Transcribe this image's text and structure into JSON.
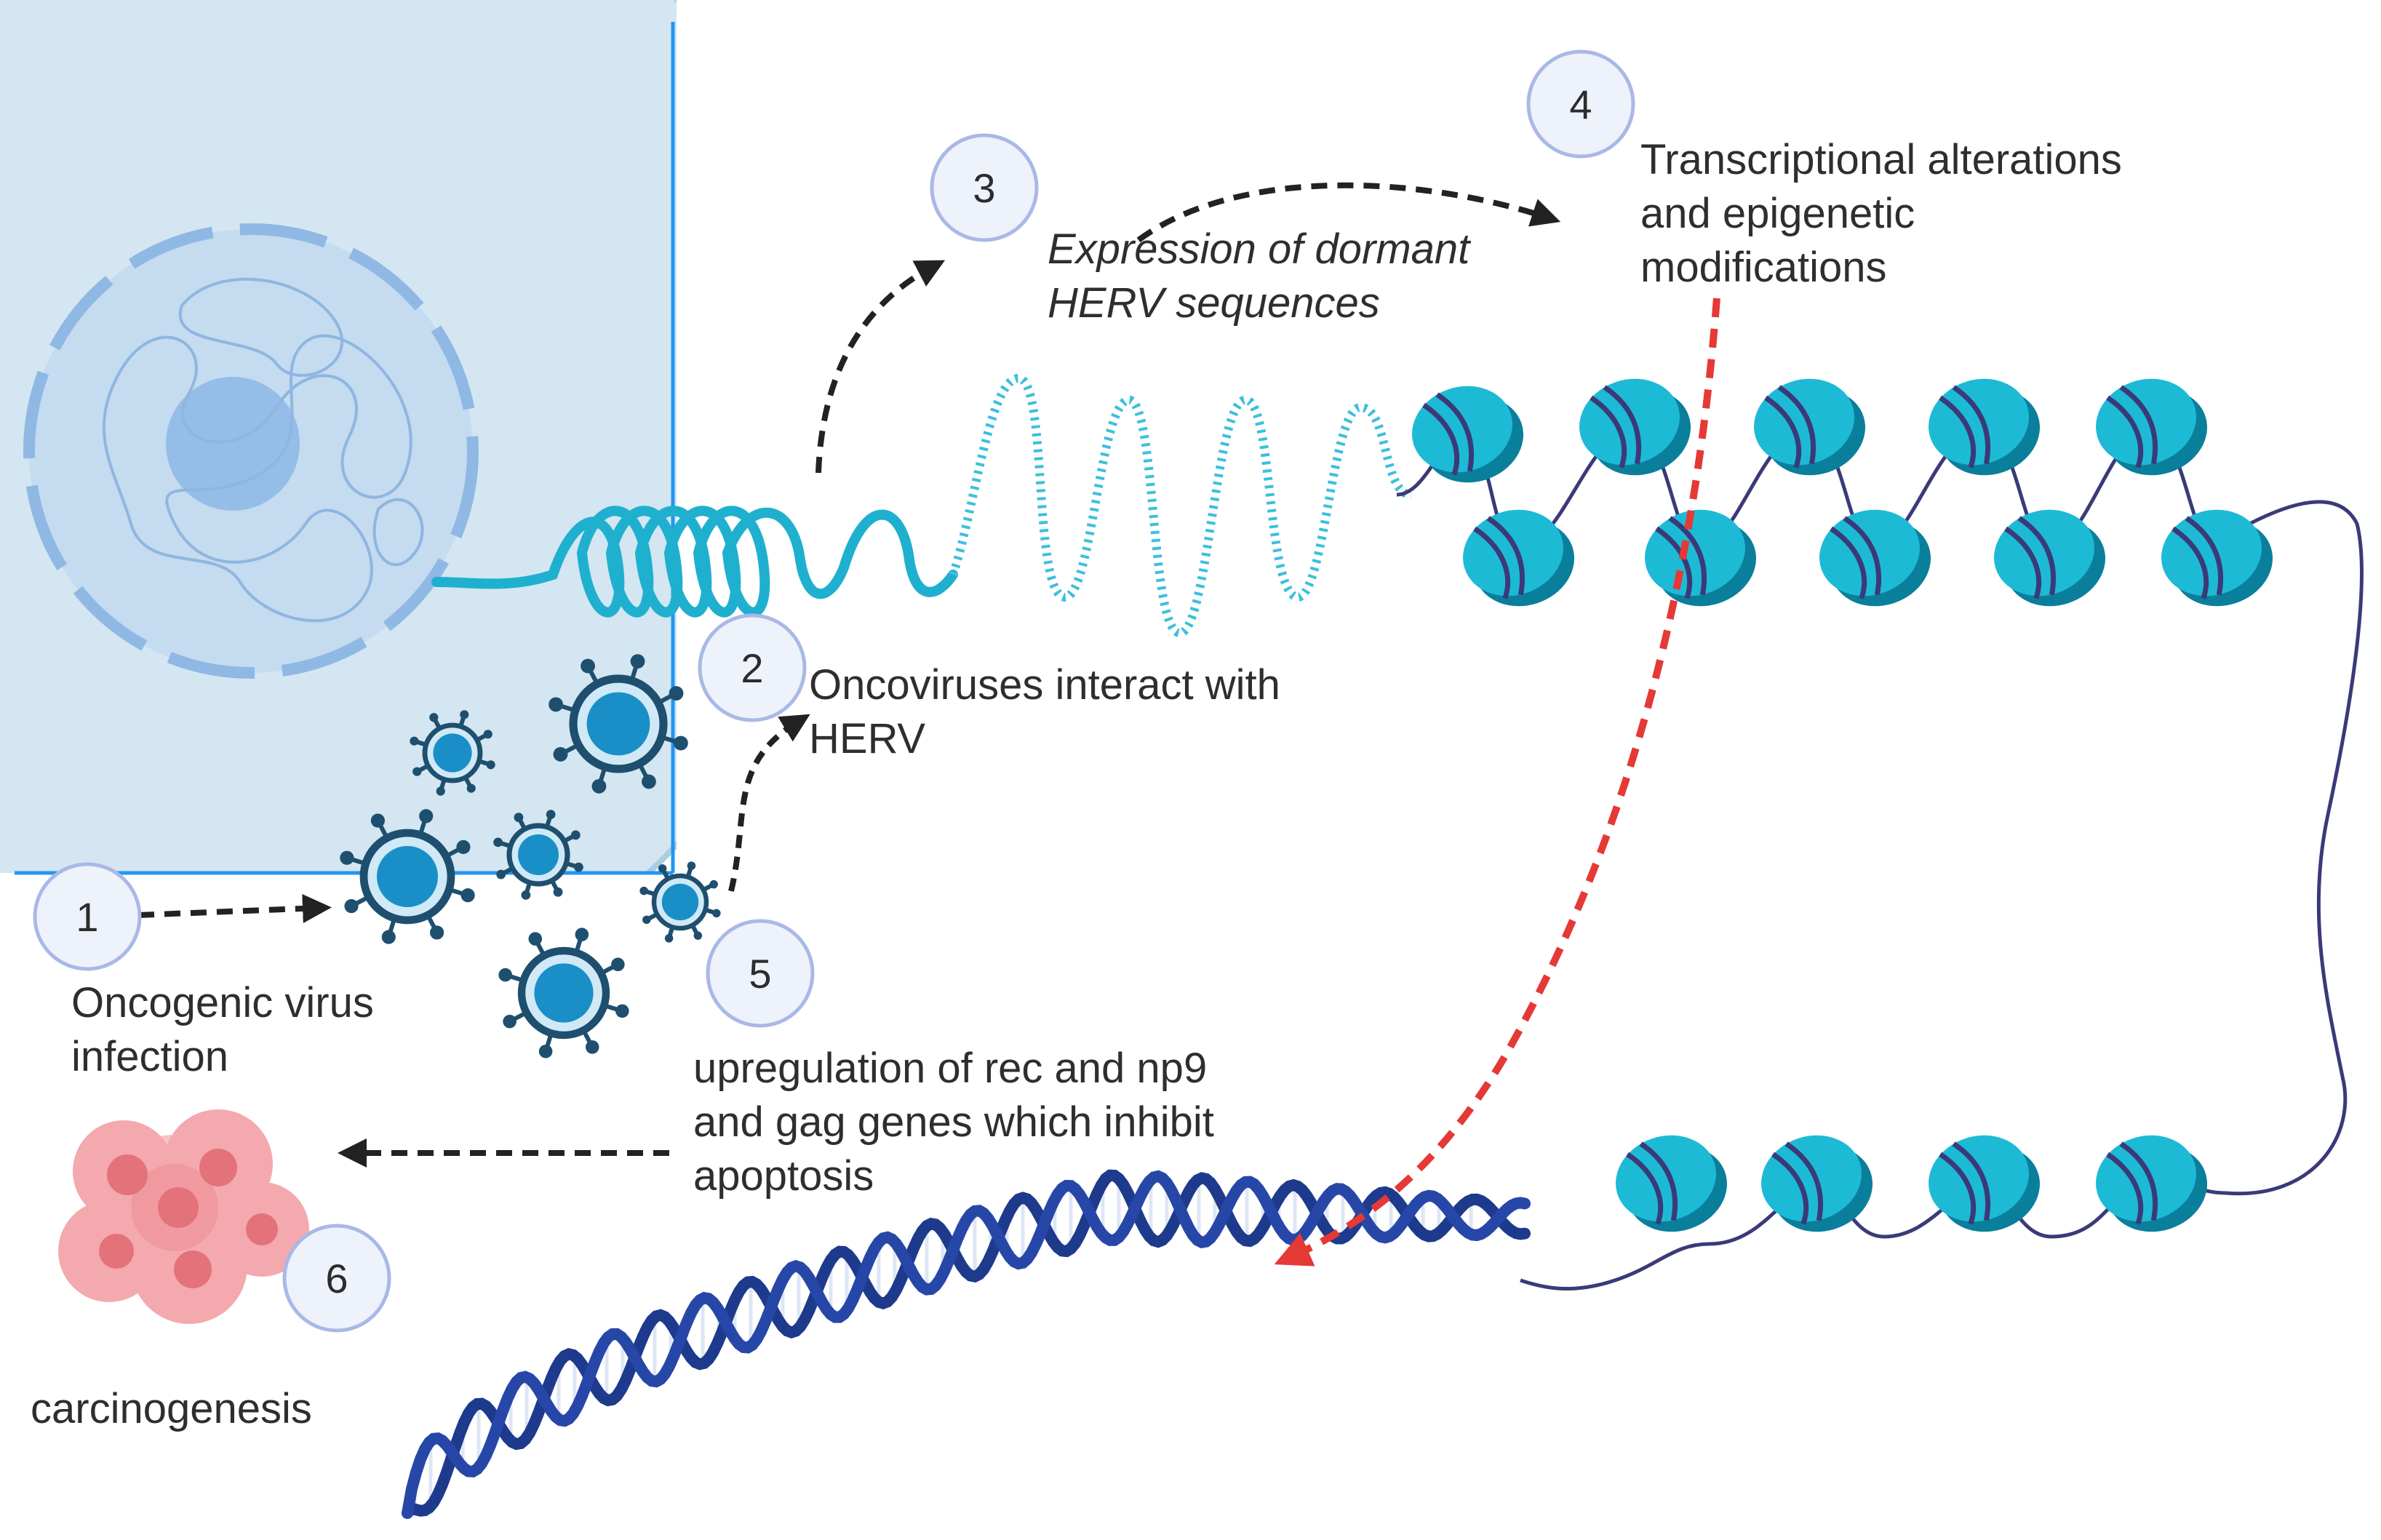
{
  "steps": [
    {
      "number": "1",
      "label": "Oncogenic virus\ninfection"
    },
    {
      "number": "2",
      "label": "Oncoviruses  interact with\nHERV"
    },
    {
      "number": "3",
      "label": "Expression of dormant\nHERV sequences"
    },
    {
      "number": "4",
      "label": "Transcriptional alterations\nand epigenetic\nmodifications"
    },
    {
      "number": "5",
      "label": "upregulation of rec and np9\nand gag genes  which inhibit\napoptosis"
    },
    {
      "number": "6",
      "label": "carcinogenesis"
    }
  ],
  "colors": {
    "cell": "#d3e6f1",
    "cell_edge": "#a9cde2",
    "nucleus": "#bcd6ee",
    "nucleolus": "#94bde8",
    "guide_line": "#2196f3",
    "virus": "#1a8fc7",
    "virus_dark": "#1f4f6e",
    "nucleosome": "#1dbad6",
    "nucleosome_dark": "#0a7f9c",
    "linker": "#3b3a78",
    "dna": "#1d3a8c",
    "arrow_black": "#222222",
    "arrow_red": "#e53935",
    "tumor": "#f08f95",
    "badge_fill": "#eef2fb",
    "badge_edge": "#a9b8e6"
  },
  "icons": [
    "cell-icon",
    "nucleus-icon",
    "virus-icon",
    "nucleosome-icon",
    "dna-helix-icon",
    "tumor-icon"
  ]
}
